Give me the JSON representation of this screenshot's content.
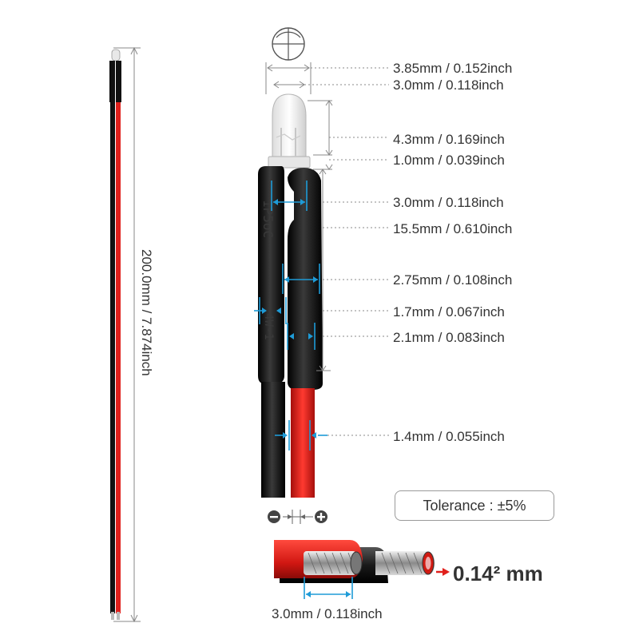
{
  "total_length": "200.0mm / 7.874inch",
  "dimensions": [
    "3.85mm / 0.152inch",
    "3.0mm / 0.118inch",
    "4.3mm / 0.169inch",
    "1.0mm / 0.039inch",
    "3.0mm / 0.118inch",
    "15.5mm / 0.610inch",
    "2.75mm / 0.108inch",
    "1.7mm / 0.067inch",
    "2.1mm / 0.083inch",
    "1.4mm / 0.055inch"
  ],
  "tolerance": "Tolerance : ±5%",
  "wire_gauge": "0.14² mm",
  "strip_length": "3.0mm / 0.118inch",
  "polarity": {
    "negative": "−",
    "positive": "+"
  },
  "colors": {
    "wire_red": "#e0201c",
    "wire_black": "#111111",
    "dimension_blue": "#1e9bd7",
    "label_grey": "#333333",
    "callout_red": "#e0201c"
  }
}
